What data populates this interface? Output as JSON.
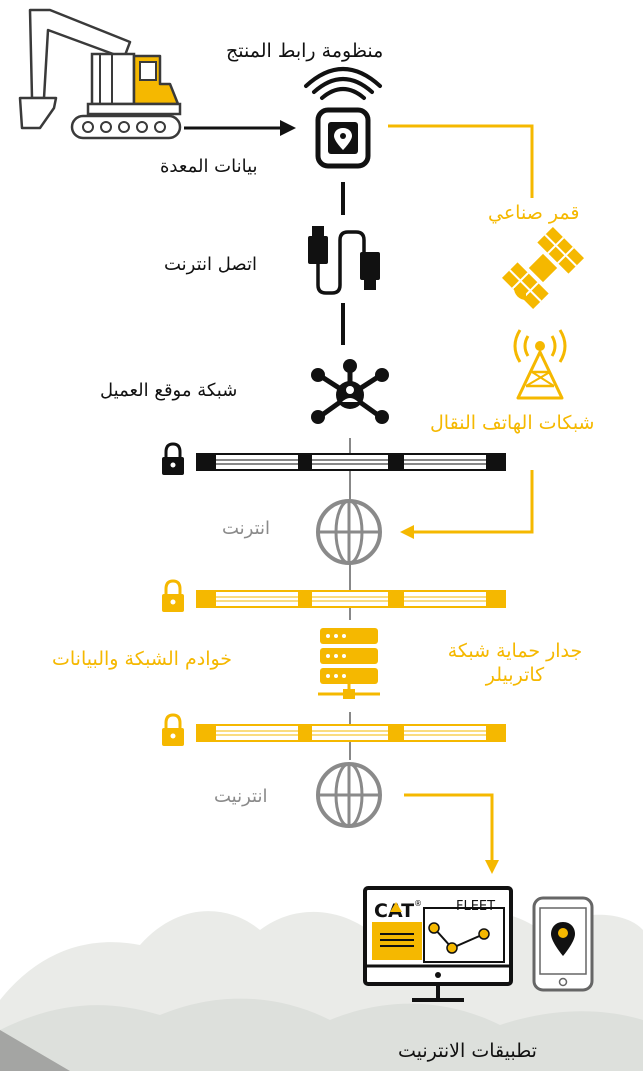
{
  "colors": {
    "accent": "#f5b800",
    "ink": "#111111",
    "muted": "#8a8a8a"
  },
  "labels": {
    "product_link": "منظومة رابط المنتج",
    "equipment_data": "بيانات المعدة",
    "internet_connection": "اتصل انترنت",
    "satellite": "قمر صناعي",
    "customer_network": "شبكة موقع العميل",
    "cellular_networks": "شبكات الهاتف النقال",
    "internet_1": "انترنت",
    "network_data_servers": "خوادم الشبكة والبيانات",
    "cat_firewall": "جدار حماية شبكة كاتربيلر",
    "internet_2": "انترنيت",
    "web_apps": "تطبيقات الانترنيت"
  },
  "apps": {
    "cat_brand": "CAT",
    "registered": "®",
    "fleet": "FLEET"
  },
  "icons": [
    "excavator-icon",
    "product-link-device-icon",
    "usb-cable-icon",
    "satellite-icon",
    "cell-tower-icon",
    "network-hub-icon",
    "lock-icon",
    "globe-icon",
    "server-icon",
    "monitor-icon",
    "phone-icon",
    "location-pin-icon"
  ]
}
